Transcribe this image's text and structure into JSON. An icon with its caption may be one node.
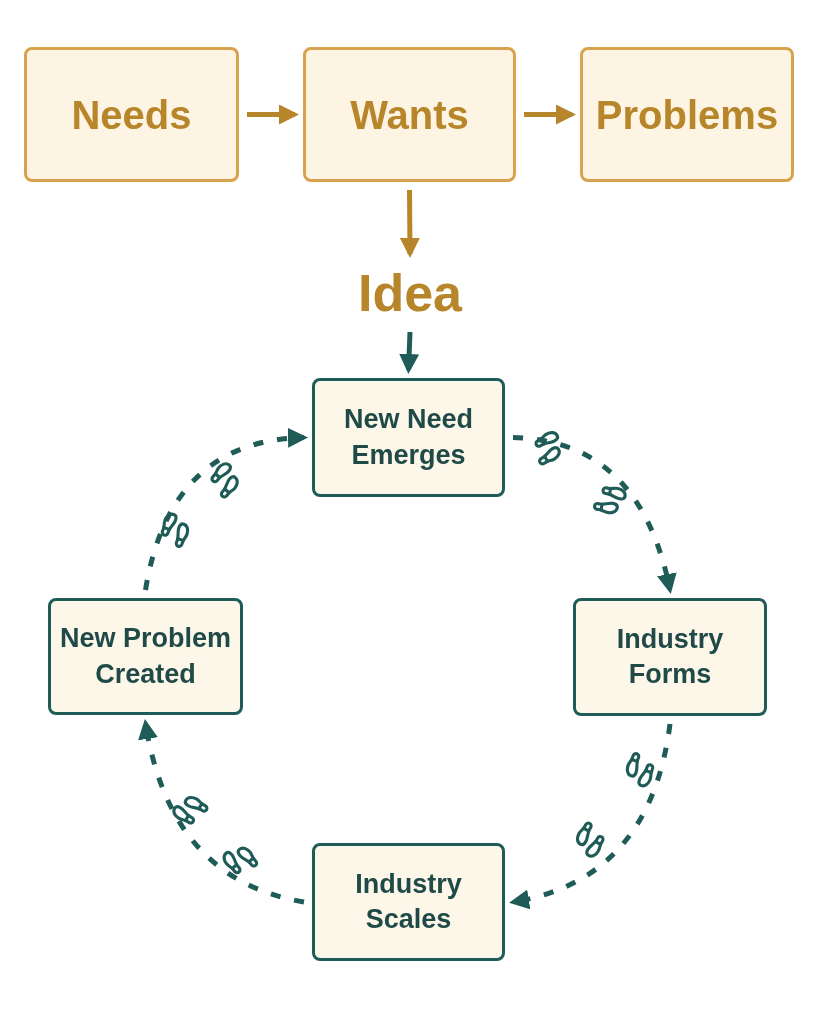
{
  "diagram": {
    "nodes": [
      {
        "text": [
          "Needs"
        ]
      },
      {
        "text": [
          "Wants"
        ]
      },
      {
        "text": [
          "Problems"
        ]
      },
      {
        "text": [
          "Idea"
        ]
      },
      {
        "text": [
          "New Need Emerges"
        ]
      },
      {
        "text": [
          "Industry Forms"
        ]
      },
      {
        "text": [
          "Industry Scales"
        ]
      },
      {
        "text": [
          "New Problem Created"
        ]
      }
    ],
    "edges": [
      {
        "from": 0,
        "to": 1,
        "arrow": "to",
        "color": "#b8862a"
      },
      {
        "from": 1,
        "to": 2,
        "arrow": "to",
        "color": "#b8862a"
      },
      {
        "from": 1,
        "to": 3,
        "arrow": "to",
        "color": "#b8862a"
      },
      {
        "from": 3,
        "to": 4,
        "arrow": "to"
      },
      {
        "from": 4,
        "to": 5,
        "arrow": "to",
        "style": "dashed"
      },
      {
        "from": 5,
        "to": 6,
        "arrow": "to",
        "style": "dashed"
      },
      {
        "from": 6,
        "to": 7,
        "arrow": "to",
        "style": "dashed"
      },
      {
        "from": 7,
        "to": 4,
        "arrow": "to",
        "style": "dashed"
      }
    ]
  }
}
